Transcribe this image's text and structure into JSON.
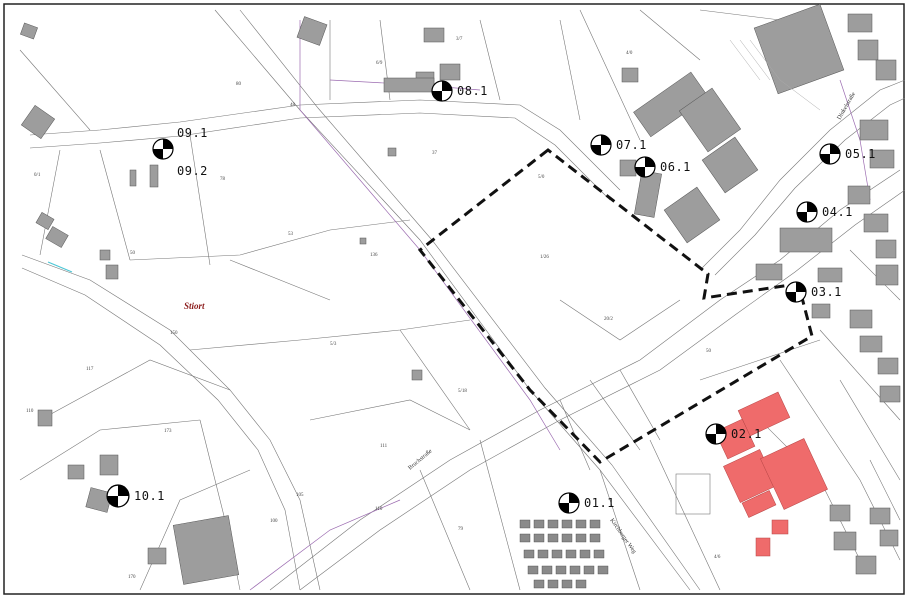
{
  "map": {
    "place_label": "Stiort",
    "place_label_color": "#8b1a1a",
    "highlight_color": "#ef6b6b",
    "building_color": "#9d9d9d",
    "boundary_style": "dashed-black",
    "markers": [
      {
        "id": "08.1",
        "label": "08.1",
        "icon": "measurement-point-icon"
      },
      {
        "id": "09.1",
        "label": "09.1",
        "icon": "measurement-point-icon"
      },
      {
        "id": "09.2",
        "label": "09.2",
        "icon": "measurement-point-icon"
      },
      {
        "id": "07.1",
        "label": "07.1",
        "icon": "measurement-point-icon"
      },
      {
        "id": "06.1",
        "label": "06.1",
        "icon": "measurement-point-icon"
      },
      {
        "id": "05.1",
        "label": "05.1",
        "icon": "measurement-point-icon"
      },
      {
        "id": "04.1",
        "label": "04.1",
        "icon": "measurement-point-icon"
      },
      {
        "id": "03.1",
        "label": "03.1",
        "icon": "measurement-point-icon"
      },
      {
        "id": "02.1",
        "label": "02.1",
        "icon": "measurement-point-icon"
      },
      {
        "id": "01.1",
        "label": "01.1",
        "icon": "measurement-point-icon"
      },
      {
        "id": "10.1",
        "label": "10.1",
        "icon": "measurement-point-icon"
      }
    ]
  }
}
